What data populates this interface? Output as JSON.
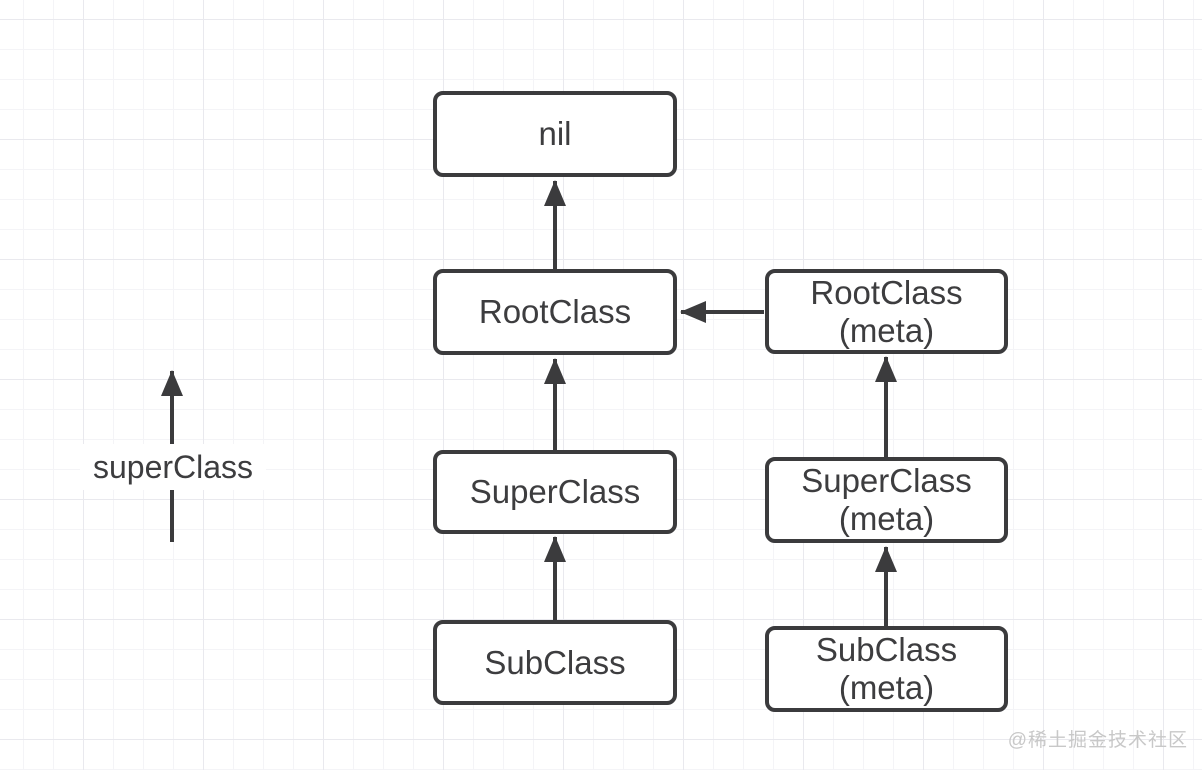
{
  "page": {
    "background": "#ffffff",
    "watermark": "@稀土掘金技术社区"
  },
  "diagram": {
    "type": "class-hierarchy",
    "legend": {
      "label": "superClass"
    },
    "nodes": {
      "nil": {
        "label": "nil"
      },
      "root": {
        "label": "RootClass"
      },
      "super": {
        "label": "SuperClass"
      },
      "sub": {
        "label": "SubClass"
      },
      "root_meta": {
        "label": "RootClass",
        "sublabel": "(meta)"
      },
      "super_meta": {
        "label": "SuperClass",
        "sublabel": "(meta)"
      },
      "sub_meta": {
        "label": "SubClass",
        "sublabel": "(meta)"
      }
    },
    "edges": [
      {
        "from": "RootClass",
        "to": "nil",
        "relation": "superClass"
      },
      {
        "from": "SuperClass",
        "to": "RootClass",
        "relation": "superClass"
      },
      {
        "from": "SubClass",
        "to": "SuperClass",
        "relation": "superClass"
      },
      {
        "from": "RootClass (meta)",
        "to": "RootClass",
        "relation": "superClass"
      },
      {
        "from": "SuperClass (meta)",
        "to": "RootClass (meta)",
        "relation": "superClass"
      },
      {
        "from": "SubClass (meta)",
        "to": "SuperClass (meta)",
        "relation": "superClass"
      }
    ],
    "colors": {
      "stroke": "#3b3b3d",
      "text": "#3d3d3f",
      "node_fill": "#ffffff",
      "grid_minor": "#f4f4f7",
      "grid_major": "#e9e9ee",
      "watermark": "#c8c8c8"
    }
  }
}
